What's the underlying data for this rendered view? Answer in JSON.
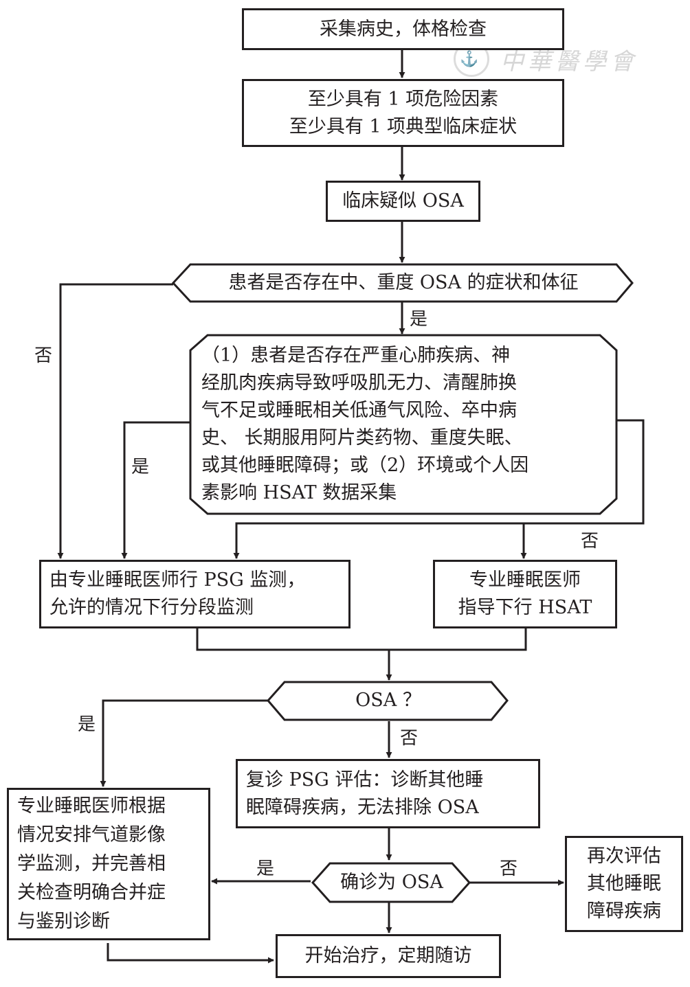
{
  "watermark": {
    "text": "中華醫學會",
    "seal_glyph": "⚓"
  },
  "nodes": {
    "history": "采集病史，体格检查",
    "criteria_1": "至少具有 1 项危险因素",
    "criteria_2": "至少具有 1 项典型临床症状",
    "suspected": "临床疑似 OSA",
    "decision_severity": "患者是否存在中、重度 OSA 的症状和体征",
    "decision_comorbid": "（1）患者是否存在严重心肺疾病、神\n经肌肉疾病导致呼吸肌无力、清醒肺换\n气不足或睡眠相关低通气风险、卒中病\n史、 长期服用阿片类药物、重度失眠、\n或其他睡眠障碍；或（2）环境或个人因\n 素影响 HSAT 数据采集",
    "psg": "由专业睡眠医师行 PSG 监测，\n允许的情况下行分段监测",
    "hsat": "专业睡眠医师\n指导下行 HSAT",
    "decision_osa": "OSA ？",
    "review_psg": "复诊 PSG 评估：诊断其他睡\n眠障碍疾病，无法排除 OSA",
    "imaging": "专业睡眠医师根据\n情况安排气道影像\n学监测，并完善相\n关检查明确合并症\n与鉴别诊断",
    "decision_confirm": "确诊为 OSA",
    "reassess": "再次评估\n其他睡眠\n障碍疾病",
    "treatment": "开始治疗，定期随访"
  },
  "edge_labels": {
    "severity_yes": "是",
    "severity_no": "否",
    "comorbid_yes": "是",
    "comorbid_no": "否",
    "osa_yes": "是",
    "osa_no": "否",
    "confirm_yes": "是",
    "confirm_no": "否"
  }
}
